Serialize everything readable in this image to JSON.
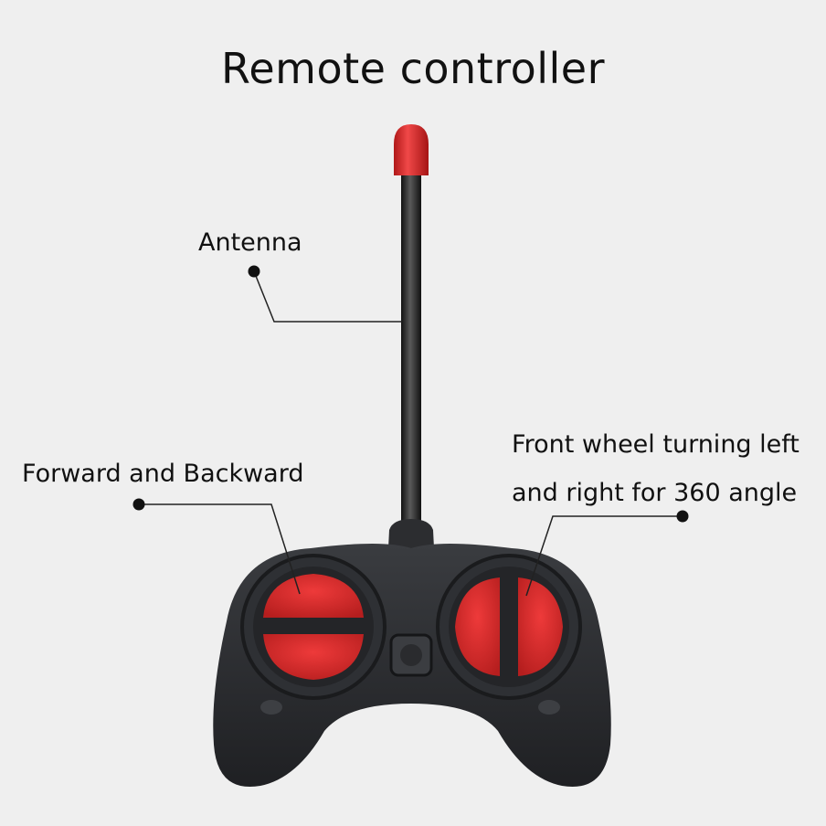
{
  "title": "Remote controller",
  "callouts": {
    "antenna": "Antenna",
    "forward_backward": "Forward and Backward",
    "front_wheel_line1": "Front wheel turning left",
    "front_wheel_line2": "and right for 360 angle"
  },
  "colors": {
    "background": "#efefef",
    "controller_body": "#2b2d30",
    "button_red": "#d42a2a",
    "antenna_tip": "#e23030"
  }
}
